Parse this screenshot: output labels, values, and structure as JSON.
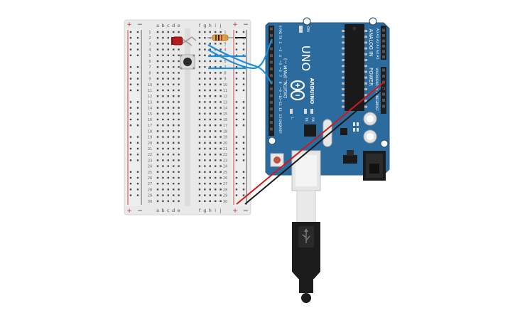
{
  "breadboard": {
    "columns_left": [
      "a",
      "b",
      "c",
      "d",
      "e"
    ],
    "columns_right": [
      "f",
      "g",
      "h",
      "i",
      "j"
    ],
    "rows": [
      "1",
      "2",
      "3",
      "4",
      "5",
      "6",
      "7",
      "8",
      "9",
      "10",
      "11",
      "12",
      "13",
      "14",
      "15",
      "16",
      "17",
      "18",
      "19",
      "20",
      "21",
      "22",
      "23",
      "24",
      "25",
      "26",
      "27",
      "28",
      "29",
      "30"
    ],
    "rail_plus": "+",
    "rail_minus": "−"
  },
  "arduino": {
    "model": "UNO",
    "brand": "ARDUINO",
    "on_label": "ON",
    "digital_label": "DIGITAL (PWM ~)",
    "analog_label": "ANALOG IN",
    "power_label": "POWER",
    "digital_pins": [
      "0 RX",
      "1 TX",
      "2",
      "~3",
      "4",
      "~5",
      "~6",
      "7",
      "8",
      "~9",
      "~10",
      "~11",
      "12",
      "13",
      "GND",
      "AREF"
    ],
    "analog_pins": [
      "A0",
      "A1",
      "A2",
      "A3",
      "A4",
      "A5"
    ],
    "power_pins": [
      "VIN",
      "GND",
      "GND",
      "5V",
      "3.3V",
      "RESET",
      "IOREF"
    ],
    "led_labels": [
      "L",
      "TX",
      "RX"
    ]
  },
  "colors": {
    "board": "#2b6b9e",
    "wire_blue": "#1e8fd6",
    "wire_red": "#d11a1a",
    "wire_black": "#1a1a1a",
    "led": "#b51d1d",
    "resistor": "#e0a24b"
  }
}
